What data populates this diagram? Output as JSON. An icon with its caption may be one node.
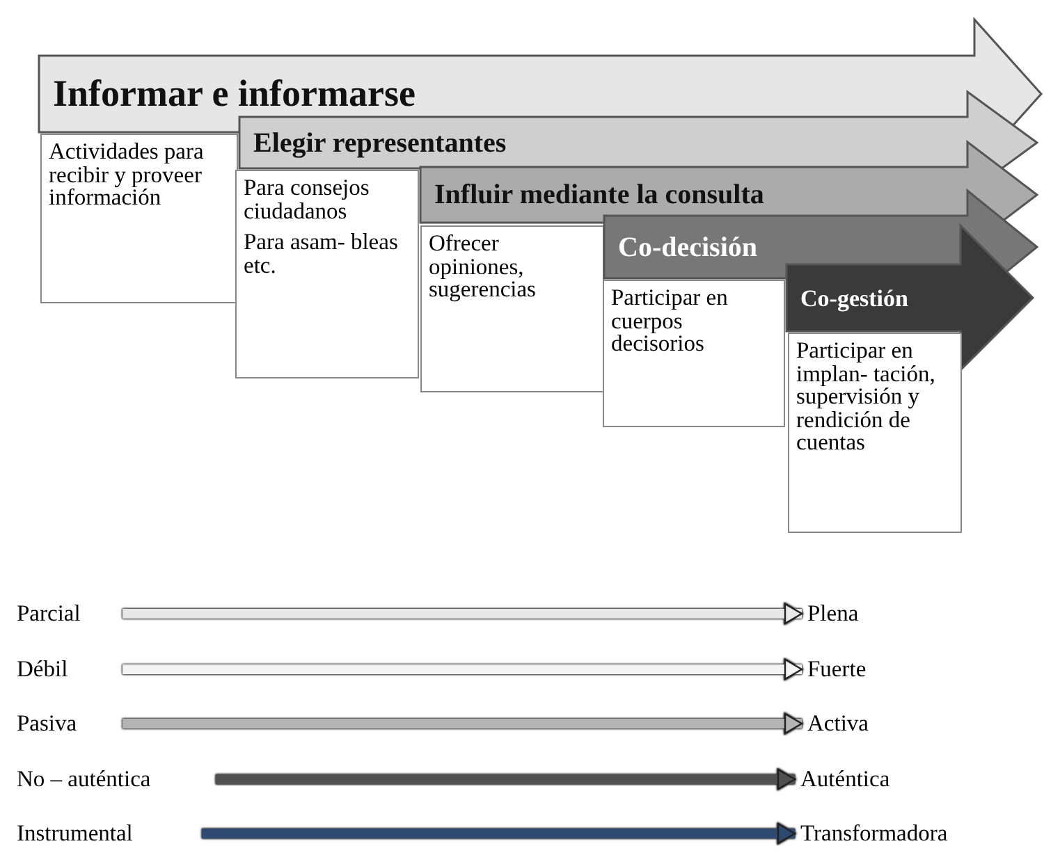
{
  "diagram": {
    "nodes": [
      {
        "text": [
          "Informar e informarse"
        ]
      },
      {
        "text": [
          "Actividades para recibir y proveer información"
        ]
      },
      {
        "text": [
          "Elegir representantes"
        ]
      },
      {
        "text": [
          "Para consejos ciudadanos",
          "Para asam- bleas etc."
        ]
      },
      {
        "text": [
          "Influir mediante la consulta"
        ]
      },
      {
        "text": [
          "Ofrecer opiniones, sugerencias"
        ]
      },
      {
        "text": [
          "Co-decisión"
        ]
      },
      {
        "text": [
          "Participar en cuerpos decisorios"
        ]
      },
      {
        "text": [
          "Co-gestión"
        ]
      },
      {
        "text": [
          "Participar en implan- tación, supervisión y rendición de cuentas"
        ]
      },
      {
        "text": [
          "Parcial"
        ]
      },
      {
        "text": [
          "Plena"
        ]
      },
      {
        "text": [
          "Débil"
        ]
      },
      {
        "text": [
          "Fuerte"
        ]
      },
      {
        "text": [
          "Pasiva"
        ]
      },
      {
        "text": [
          "Activa"
        ]
      },
      {
        "text": [
          "No – auténtica"
        ]
      },
      {
        "text": [
          "Auténtica"
        ]
      },
      {
        "text": [
          "Instrumental"
        ]
      },
      {
        "text": [
          "Transformadora"
        ]
      }
    ],
    "edges": [
      {
        "from": 10,
        "to": 11,
        "arrow": "to",
        "color": "#e8e8e8"
      },
      {
        "from": 12,
        "to": 13,
        "arrow": "to",
        "color": "#f4f4f4"
      },
      {
        "from": 14,
        "to": 15,
        "arrow": "to",
        "color": "#b4b4b4"
      },
      {
        "from": 16,
        "to": 17,
        "arrow": "to",
        "color": "#505050"
      },
      {
        "from": 18,
        "to": 19,
        "arrow": "to",
        "color": "#2e4a70"
      }
    ]
  }
}
